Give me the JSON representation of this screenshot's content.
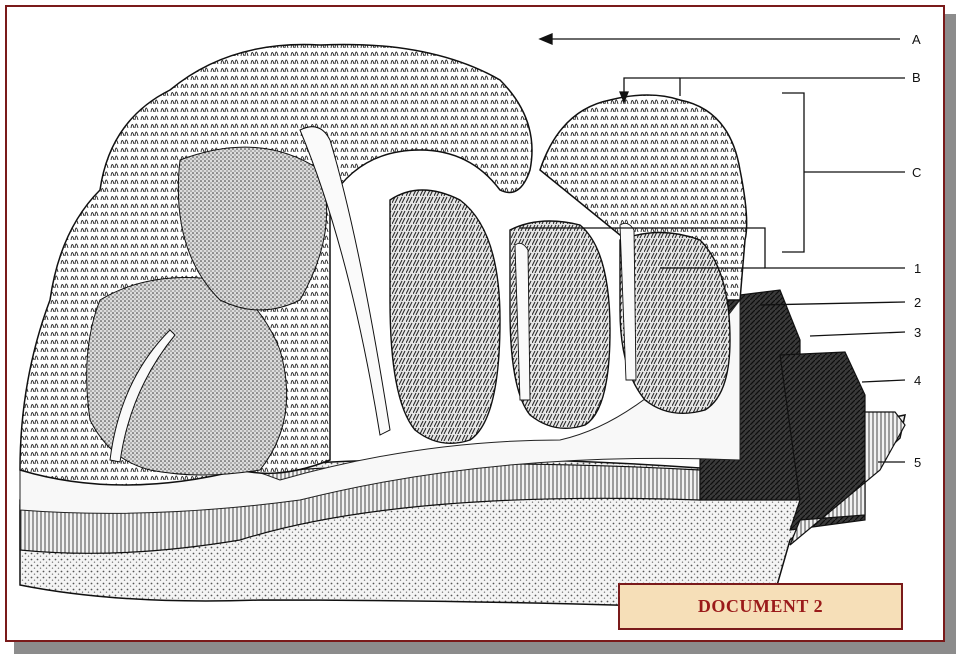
{
  "labels": {
    "A": "A",
    "B": "B",
    "C": "C",
    "n1": "1",
    "n2": "2",
    "n3": "3",
    "n4": "4",
    "n5": "5"
  },
  "document_label": "DOCUMENT 2",
  "colors": {
    "border": "#7a1a1a",
    "label_fill": "#f6dfb8",
    "label_text": "#9a1a1a",
    "shadow": "#8c8c8c"
  }
}
